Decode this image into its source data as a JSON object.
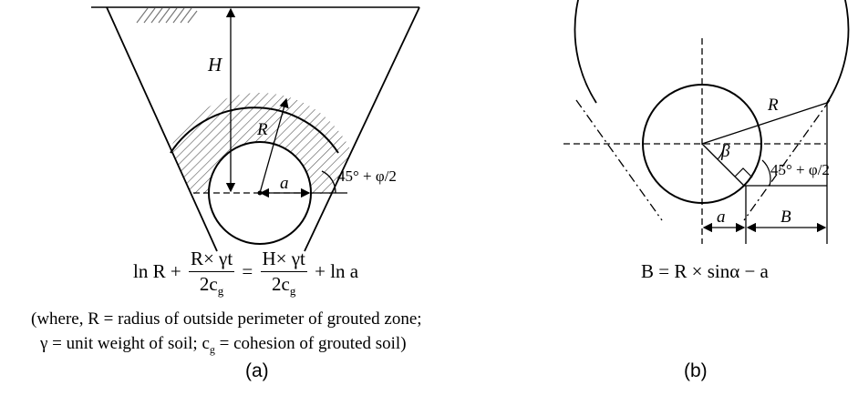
{
  "panel_a": {
    "labels": {
      "H": "H",
      "R": "R",
      "a": "a",
      "angle": "45° + φ/2"
    },
    "equation": {
      "ln_R": "ln R",
      "plus": "+",
      "lhs_num": "R× γt",
      "lhs_den": "2c",
      "lhs_den_sub": "g",
      "equals": "=",
      "rhs_num": "H× γt",
      "rhs_den": "2c",
      "rhs_den_sub": "g",
      "ln_a": "ln a"
    },
    "note_line1": "(where, R = radius of outside perimeter of grouted zone;",
    "note_line2_a": "γ  = unit weight of soil; c",
    "note_line2_sub": "g",
    "note_line2_b": " = cohesion of grouted soil)",
    "caption": "(a)"
  },
  "panel_b": {
    "labels": {
      "R": "R",
      "beta": "β",
      "angle": "45° + φ/2",
      "a": "a",
      "B": "B"
    },
    "equation": "B = R × sinα − a",
    "caption": "(b)"
  }
}
